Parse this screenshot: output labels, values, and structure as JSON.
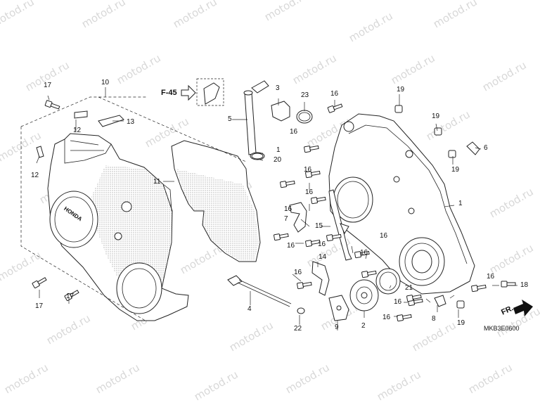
{
  "watermark_text": "motod.ru",
  "page_ref": "F-45",
  "diagram_code": "MKB3E0600",
  "direction_label": "FR.",
  "brand_mark": "HONDA",
  "callouts": [
    {
      "id": "c1",
      "num": "1"
    },
    {
      "id": "c1b",
      "num": "1"
    },
    {
      "id": "c2",
      "num": "2"
    },
    {
      "id": "c3",
      "num": "3"
    },
    {
      "id": "c4",
      "num": "4"
    },
    {
      "id": "c5",
      "num": "5"
    },
    {
      "id": "c6",
      "num": "6"
    },
    {
      "id": "c7",
      "num": "7"
    },
    {
      "id": "c8",
      "num": "8"
    },
    {
      "id": "c9",
      "num": "9"
    },
    {
      "id": "c10",
      "num": "10"
    },
    {
      "id": "c11",
      "num": "11"
    },
    {
      "id": "c12a",
      "num": "12"
    },
    {
      "id": "c12b",
      "num": "12"
    },
    {
      "id": "c13",
      "num": "13"
    },
    {
      "id": "c14",
      "num": "14"
    },
    {
      "id": "c15",
      "num": "15"
    },
    {
      "id": "c16a",
      "num": "16"
    },
    {
      "id": "c16b",
      "num": "16"
    },
    {
      "id": "c16c",
      "num": "16"
    },
    {
      "id": "c16d",
      "num": "16"
    },
    {
      "id": "c16e",
      "num": "16"
    },
    {
      "id": "c16f",
      "num": "16"
    },
    {
      "id": "c16g",
      "num": "16"
    },
    {
      "id": "c16h",
      "num": "16"
    },
    {
      "id": "c16i",
      "num": "16"
    },
    {
      "id": "c16j",
      "num": "16"
    },
    {
      "id": "c16k",
      "num": "16"
    },
    {
      "id": "c16l",
      "num": "16"
    },
    {
      "id": "c16m",
      "num": "16"
    },
    {
      "id": "c17a",
      "num": "17"
    },
    {
      "id": "c17b",
      "num": "17"
    },
    {
      "id": "c17c",
      "num": "17"
    },
    {
      "id": "c18",
      "num": "18"
    },
    {
      "id": "c19a",
      "num": "19"
    },
    {
      "id": "c19b",
      "num": "19"
    },
    {
      "id": "c19c",
      "num": "19"
    },
    {
      "id": "c19d",
      "num": "19"
    },
    {
      "id": "c20",
      "num": "20"
    },
    {
      "id": "c21",
      "num": "21"
    },
    {
      "id": "c22",
      "num": "22"
    },
    {
      "id": "c23",
      "num": "23"
    }
  ]
}
